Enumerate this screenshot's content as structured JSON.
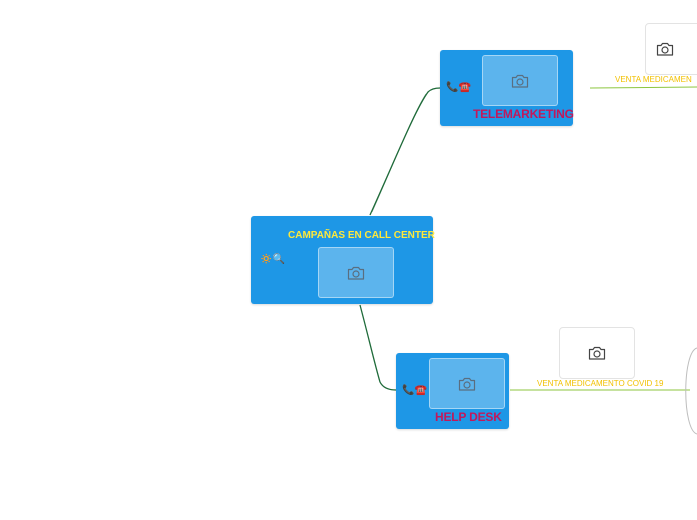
{
  "map": {
    "central": {
      "title": "CAMPAÑAS EN CALL CENTER",
      "icons": "🔅🔍",
      "image_icon": "camera-icon"
    },
    "telemarketing": {
      "title": "TELEMARKETING",
      "icons": "📞☎️",
      "image_icon": "camera-icon",
      "branch_label": "VENTA MEDICAMEN"
    },
    "helpdesk": {
      "title": "HELP DESK",
      "icons": "📞☎️",
      "image_icon": "camera-icon",
      "branch_label": "VENTA MEDICAMENTO COVID 19"
    }
  },
  "colors": {
    "node_fill": "#1e97e6",
    "central_title": "#ffe93a",
    "topic_title": "#c2185b",
    "connector_main": "#1f6b3a",
    "connector_branch": "#8cc63f",
    "branch_label": "#f2c100"
  }
}
